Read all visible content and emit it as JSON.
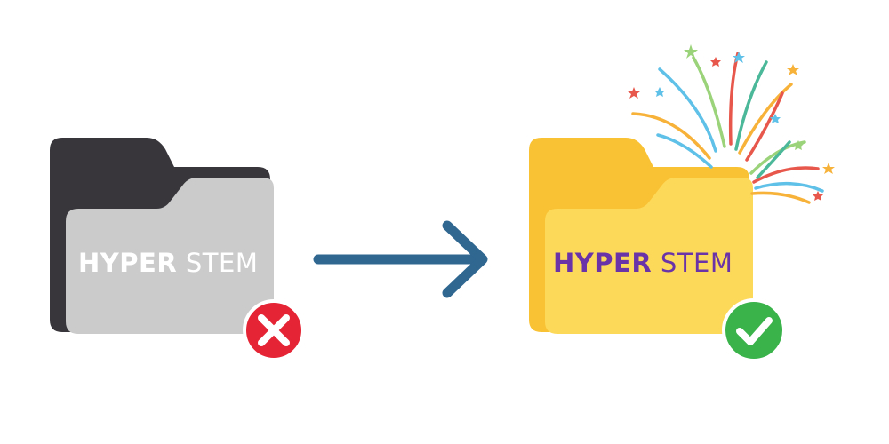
{
  "left_folder": {
    "brand_bold": "HYPER",
    "brand_light": "STEM",
    "status_icon": "close-icon",
    "colors": {
      "back": "#38363b",
      "front": "#cbcbcb",
      "text": "#ffffff",
      "badge": "#e52535"
    }
  },
  "arrow": {
    "icon": "arrow-right-icon",
    "color": "#2f6791"
  },
  "right_folder": {
    "brand_bold": "HYPER",
    "brand_light": "STEM",
    "status_icon": "check-icon",
    "decoration": "fireworks-icon",
    "colors": {
      "back": "#f9c235",
      "front": "#fdd95a",
      "text": "#6a34a8",
      "badge": "#39b34a"
    }
  }
}
